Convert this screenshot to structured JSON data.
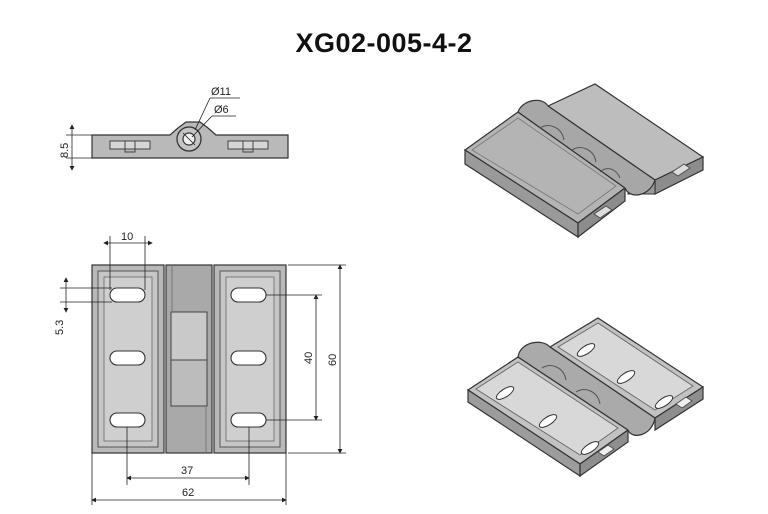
{
  "title": "XG02-005-4-2",
  "dimensions": {
    "outer_diameter": "Ø11",
    "inner_diameter": "Ø6",
    "thickness": "8.5",
    "slot_width": "10",
    "slot_height": "5.3",
    "hole_spacing_vertical": "40",
    "overall_height": "60",
    "hole_spacing_horizontal": "37",
    "overall_width": "62"
  },
  "colors": {
    "part_fill": "#b9b9b9",
    "part_dark": "#8f8f8f",
    "part_light": "#e2e2e2",
    "line": "#222222"
  }
}
